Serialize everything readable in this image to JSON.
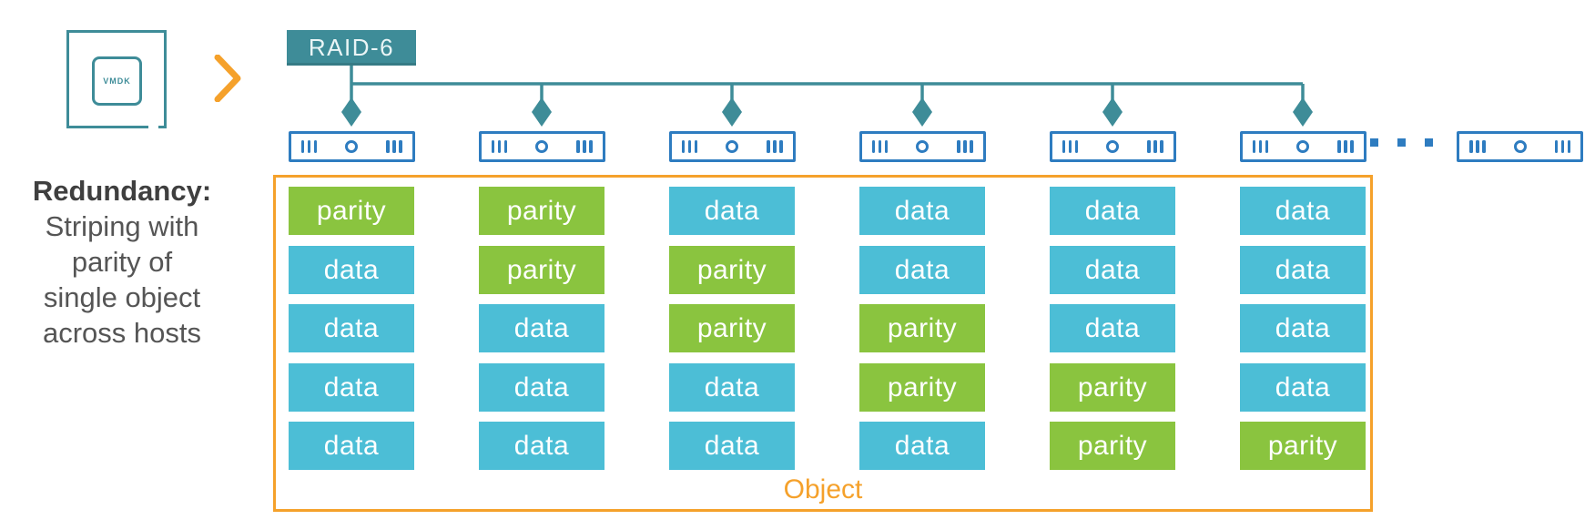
{
  "colors": {
    "teal": "#3E8C98",
    "host_blue": "#2E7CC0",
    "data_blue": "#4CBED6",
    "parity_green": "#8AC43F",
    "orange": "#F5A12B",
    "text_gray": "#4F4F4F"
  },
  "vmdk": {
    "label": "VMDK"
  },
  "raid": {
    "label": "RAID-6"
  },
  "redundancy": {
    "title": "Redundancy:",
    "lines": [
      "Striping with",
      "parity of",
      "single object",
      "across hosts"
    ]
  },
  "object": {
    "label": "Object"
  },
  "hosts": {
    "connected_count": 6,
    "ellipsis_dots": 3,
    "trailing_host_count": 1
  },
  "grid": {
    "block_types": [
      "data",
      "parity"
    ],
    "row_labels_by_column": [
      [
        "parity",
        "data",
        "data",
        "data",
        "data"
      ],
      [
        "parity",
        "parity",
        "data",
        "data",
        "data"
      ],
      [
        "data",
        "parity",
        "parity",
        "data",
        "data"
      ],
      [
        "data",
        "data",
        "parity",
        "parity",
        "data"
      ],
      [
        "data",
        "data",
        "data",
        "parity",
        "parity"
      ],
      [
        "data",
        "data",
        "data",
        "data",
        "parity"
      ]
    ]
  }
}
